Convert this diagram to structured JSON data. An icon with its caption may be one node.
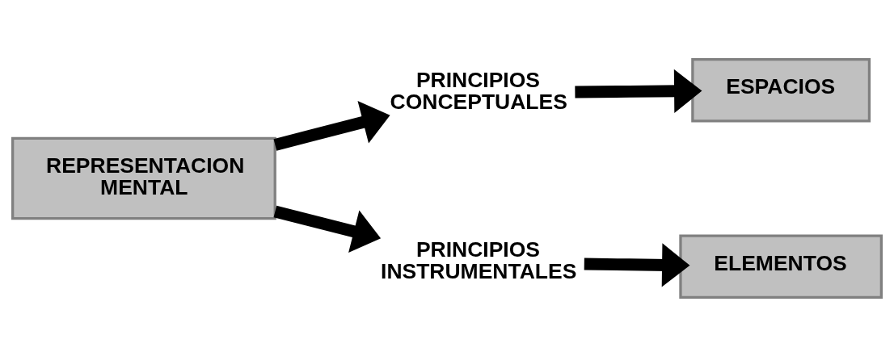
{
  "diagram": {
    "nodes": [
      {
        "text": [
          "REPRESENTACION MENTAL"
        ]
      },
      {
        "text": [
          "PRINCIPIOS CONCEPTUALES"
        ]
      },
      {
        "text": [
          "ESPACIOS"
        ]
      },
      {
        "text": [
          "PRINCIPIOS INSTRUMENTALES"
        ]
      },
      {
        "text": [
          "ELEMENTOS"
        ]
      }
    ],
    "edges": [
      {
        "from": 0,
        "to": 1,
        "arrow": "to"
      },
      {
        "from": 1,
        "to": 2,
        "arrow": "to"
      },
      {
        "from": 0,
        "to": 3,
        "arrow": "to"
      },
      {
        "from": 3,
        "to": 4,
        "arrow": "to"
      }
    ]
  }
}
